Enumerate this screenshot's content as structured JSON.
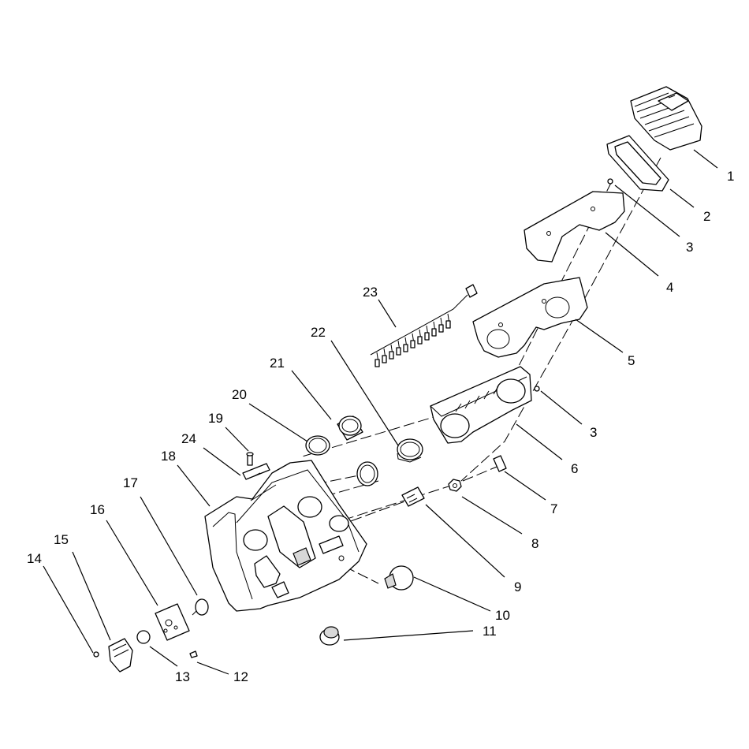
{
  "callouts": [
    "1",
    "2",
    "3",
    "3",
    "4",
    "5",
    "6",
    "7",
    "8",
    "9",
    "10",
    "11",
    "12",
    "13",
    "14",
    "15",
    "16",
    "17",
    "18",
    "19",
    "20",
    "21",
    "22",
    "23",
    "24"
  ]
}
